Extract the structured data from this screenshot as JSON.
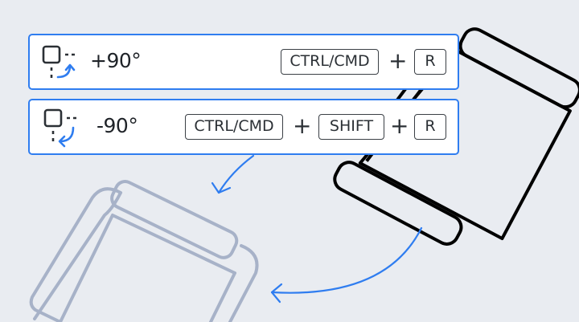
{
  "colors": {
    "background": "#e9ecf1",
    "accent": "#2f7df0",
    "chair_current": "#000000",
    "chair_ghost": "#a7b2c8",
    "key_border": "#3a3f45"
  },
  "shortcuts": [
    {
      "icon": "rotate-clockwise-icon",
      "label": "+90°",
      "keys": [
        "CTRL/CMD",
        "R"
      ],
      "separator": "+"
    },
    {
      "icon": "rotate-counterclockwise-icon",
      "label": "-90°",
      "keys": [
        "CTRL/CMD",
        "SHIFT",
        "R"
      ],
      "separator": "+"
    }
  ]
}
